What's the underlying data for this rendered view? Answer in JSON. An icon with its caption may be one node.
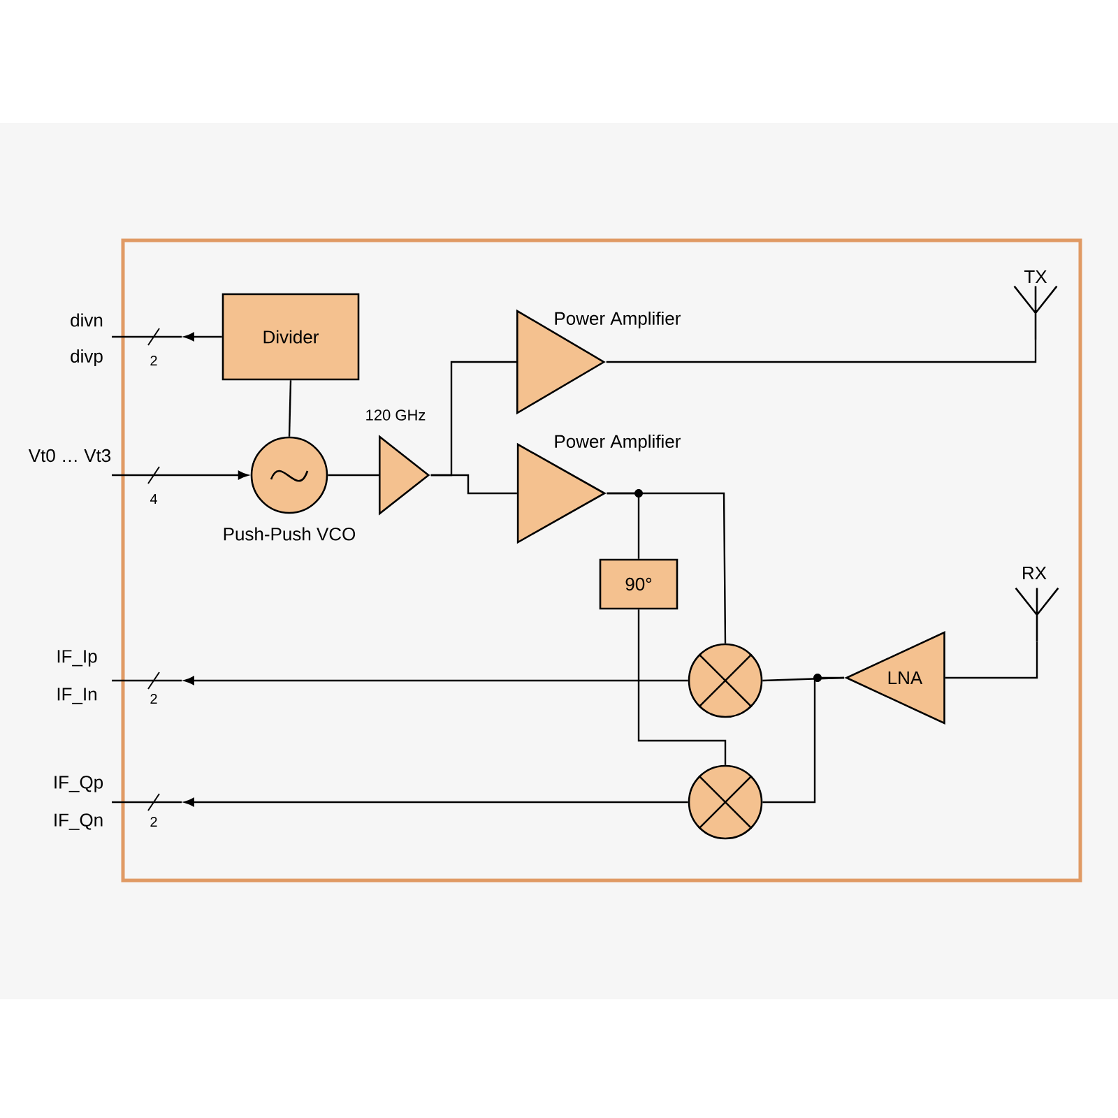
{
  "diagram": {
    "nodes": [
      {
        "text": [
          "Divider"
        ]
      },
      {
        "text": [],
        "shape": "circle",
        "beside": [
          "Push-Push VCO"
        ]
      },
      {
        "text": [],
        "shape": "triangle"
      },
      {
        "text": [],
        "shape": "triangle",
        "beside": [
          "Power Amplifier"
        ]
      },
      {
        "text": [],
        "shape": "triangle",
        "beside": [
          "Power Amplifier"
        ]
      },
      {
        "text": [],
        "shape": "antenna",
        "beside": [
          "TX"
        ]
      },
      {
        "text": [
          "90°"
        ]
      },
      {
        "text": [],
        "shape": "circle"
      },
      {
        "text": [],
        "shape": "circle"
      },
      {
        "text": [
          "LNA"
        ]
      },
      {
        "text": [],
        "shape": "antenna",
        "beside": [
          "RX"
        ]
      }
    ],
    "edges": [
      {
        "from": 0,
        "to": null,
        "arrow": "to"
      },
      {
        "from": null,
        "to": 1,
        "arrow": "to"
      },
      {
        "from": 1,
        "to": 2,
        "arrow": "none"
      },
      {
        "from": 1,
        "to": 0,
        "arrow": "none"
      },
      {
        "from": 2,
        "to": 3,
        "arrow": "none"
      },
      {
        "from": 2,
        "to": 4,
        "arrow": "none"
      },
      {
        "from": 3,
        "to": 5,
        "arrow": "none"
      },
      {
        "from": 4,
        "to": 6,
        "arrow": "none"
      },
      {
        "from": 4,
        "to": 7,
        "arrow": "none"
      },
      {
        "from": 6,
        "to": 8,
        "arrow": "none"
      },
      {
        "from": 7,
        "to": null,
        "arrow": "to"
      },
      {
        "from": 8,
        "to": null,
        "arrow": "to"
      },
      {
        "from": 9,
        "to": 7,
        "arrow": "none"
      },
      {
        "from": 9,
        "to": 8,
        "arrow": "none"
      },
      {
        "from": 10,
        "to": 9,
        "arrow": "none"
      }
    ],
    "labels": [
      "divn",
      "divp",
      "2",
      "Vt0 … Vt3",
      "4",
      "120 GHz",
      "IF_Ip",
      "IF_In",
      "2",
      "IF_Qp",
      "IF_Qn",
      "2"
    ]
  }
}
